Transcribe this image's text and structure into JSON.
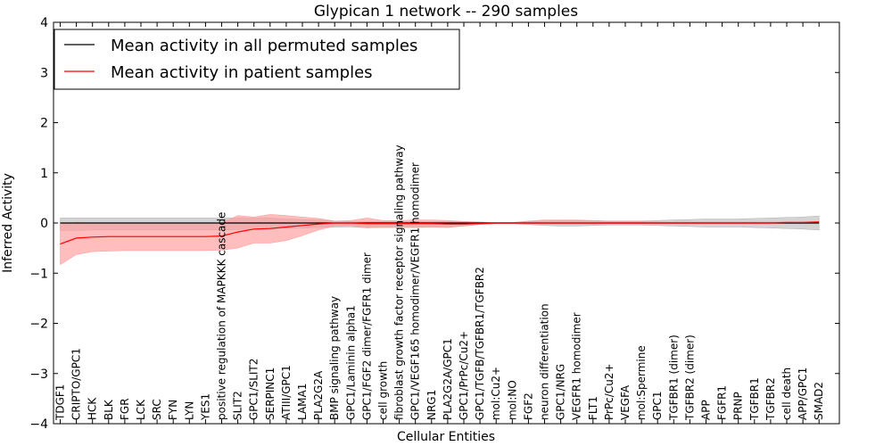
{
  "chart_data": {
    "type": "line",
    "title": "Glypican 1 network -- 290 samples",
    "xlabel": "Cellular Entities",
    "ylabel": "Inferred Activity",
    "ylim": [
      -4,
      4
    ],
    "yticks": [
      -4,
      -3,
      -2,
      -1,
      0,
      1,
      2,
      3,
      4
    ],
    "yticklabels": [
      "−4",
      "−3",
      "−2",
      "−1",
      "0",
      "1",
      "2",
      "3",
      "4"
    ],
    "legend_position": "top-left",
    "categories": [
      "TDGF1",
      "CRIPTO/GPC1",
      "HCK",
      "BLK",
      "FGR",
      "LCK",
      "SRC",
      "FYN",
      "LYN",
      "YES1",
      "positive regulation of MAPKKK cascade",
      "SLIT2",
      "GPC1/SLIT2",
      "SERPINC1",
      "ATIII/GPC1",
      "LAMA1",
      "PLA2G2A",
      "BMP signaling pathway",
      "GPC1/Laminin alpha1",
      "GPC1/FGF2 dimer/FGFR1 dimer",
      "cell growth",
      "fibroblast growth factor receptor signaling pathway",
      "GPC1/VEGF165 homodimer/VEGFR1 homodimer",
      "NRG1",
      "PLA2G2A/GPC1",
      "GPC1/PrPc/Cu2+",
      "GPC1/TGFB/TGFBR1/TGFBR2",
      "mol:Cu2+",
      "mol:NO",
      "FGF2",
      "neuron differentiation",
      "GPC1/NRG",
      "VEGFR1 homodimer",
      "FLT1",
      "PrPc/Cu2+",
      "VEGFA",
      "mol:Spermine",
      "GPC1",
      "TGFBR1 (dimer)",
      "TGFBR2 (dimer)",
      "APP",
      "FGFR1",
      "PRNP",
      "TGFBR1",
      "TGFBR2",
      "cell death",
      "APP/GPC1",
      "SMAD2"
    ],
    "series": [
      {
        "name": "Mean activity in all permuted samples",
        "color": "#000000",
        "band_color": "#b0b0b0",
        "values": [
          0.0,
          0.0,
          0.0,
          0.0,
          0.0,
          0.0,
          0.0,
          0.0,
          0.0,
          0.0,
          0.0,
          0.0,
          0.0,
          0.0,
          0.0,
          0.0,
          0.0,
          0.0,
          0.0,
          0.0,
          0.0,
          0.0,
          0.0,
          0.0,
          0.0,
          0.0,
          0.0,
          0.0,
          0.0,
          0.0,
          0.0,
          0.0,
          0.0,
          0.0,
          0.0,
          0.0,
          0.0,
          0.0,
          0.0,
          0.0,
          0.0,
          0.0,
          0.0,
          0.0,
          0.0,
          0.0,
          0.0,
          0.0
        ],
        "lower": [
          -0.15,
          -0.15,
          -0.14,
          -0.14,
          -0.14,
          -0.14,
          -0.14,
          -0.14,
          -0.14,
          -0.14,
          -0.14,
          -0.13,
          -0.13,
          -0.12,
          -0.1,
          -0.1,
          -0.09,
          -0.08,
          -0.08,
          -0.09,
          -0.09,
          -0.09,
          -0.09,
          -0.08,
          -0.08,
          -0.06,
          -0.03,
          -0.01,
          -0.01,
          -0.03,
          -0.05,
          -0.06,
          -0.06,
          -0.05,
          -0.04,
          -0.04,
          -0.04,
          -0.05,
          -0.06,
          -0.07,
          -0.08,
          -0.08,
          -0.08,
          -0.09,
          -0.1,
          -0.11,
          -0.12,
          -0.14
        ],
        "upper": [
          0.1,
          0.1,
          0.1,
          0.1,
          0.1,
          0.1,
          0.1,
          0.1,
          0.1,
          0.1,
          0.1,
          0.1,
          0.1,
          0.1,
          0.08,
          0.07,
          0.06,
          0.04,
          0.03,
          0.03,
          0.03,
          0.03,
          0.03,
          0.03,
          0.03,
          0.03,
          0.02,
          0.01,
          0.01,
          0.03,
          0.04,
          0.05,
          0.05,
          0.05,
          0.04,
          0.04,
          0.04,
          0.05,
          0.06,
          0.07,
          0.08,
          0.08,
          0.08,
          0.09,
          0.1,
          0.11,
          0.12,
          0.14
        ]
      },
      {
        "name": "Mean activity in patient samples",
        "color": "#ff0000",
        "band_color": "#ff9999",
        "values": [
          -0.42,
          -0.3,
          -0.28,
          -0.27,
          -0.27,
          -0.27,
          -0.27,
          -0.27,
          -0.27,
          -0.27,
          -0.26,
          -0.18,
          -0.12,
          -0.11,
          -0.08,
          -0.05,
          -0.02,
          0.0,
          0.0,
          -0.01,
          -0.01,
          -0.01,
          -0.01,
          -0.01,
          -0.02,
          -0.02,
          -0.01,
          0.0,
          0.0,
          0.0,
          0.0,
          0.0,
          0.0,
          0.0,
          0.0,
          0.0,
          0.0,
          0.0,
          0.0,
          0.0,
          0.0,
          0.0,
          0.0,
          0.0,
          0.0,
          0.01,
          0.01,
          0.02
        ],
        "lower": [
          -0.83,
          -0.63,
          -0.57,
          -0.56,
          -0.55,
          -0.55,
          -0.55,
          -0.55,
          -0.55,
          -0.55,
          -0.54,
          -0.5,
          -0.4,
          -0.4,
          -0.35,
          -0.25,
          -0.14,
          -0.06,
          -0.05,
          -0.1,
          -0.08,
          -0.07,
          -0.08,
          -0.08,
          -0.09,
          -0.06,
          -0.03,
          -0.01,
          -0.01,
          -0.01,
          -0.02,
          -0.02,
          -0.02,
          -0.02,
          -0.01,
          -0.01,
          -0.01,
          -0.01,
          -0.01,
          -0.01,
          -0.01,
          -0.01,
          -0.01,
          -0.01,
          -0.01,
          -0.01,
          -0.01,
          0.0
        ],
        "upper": [
          -0.02,
          0.01,
          0.0,
          0.0,
          0.0,
          0.0,
          0.0,
          0.0,
          0.0,
          0.0,
          0.0,
          0.15,
          0.12,
          0.17,
          0.15,
          0.12,
          0.09,
          0.04,
          0.05,
          0.1,
          0.05,
          0.05,
          0.06,
          0.06,
          0.05,
          0.03,
          0.01,
          0.01,
          0.01,
          0.04,
          0.06,
          0.06,
          0.06,
          0.05,
          0.03,
          0.03,
          0.03,
          0.02,
          0.02,
          0.02,
          0.02,
          0.02,
          0.02,
          0.02,
          0.02,
          0.02,
          0.02,
          0.03
        ]
      }
    ]
  }
}
